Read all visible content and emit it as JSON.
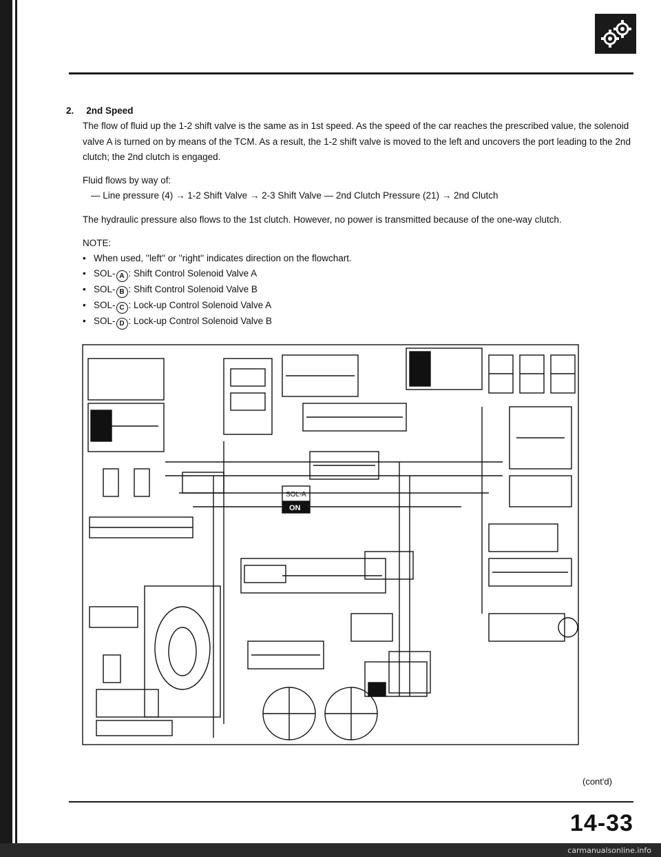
{
  "section": {
    "number": "2.",
    "title": "2nd Speed",
    "paragraph": "The flow of fluid up the 1-2 shift valve is the same as in 1st speed. As the speed of the car reaches the prescribed value, the solenoid valve A is turned on by means of the TCM. As a result, the 1-2 shift valve is moved to the left and uncovers the port leading to the 2nd clutch; the 2nd clutch is engaged.",
    "fluid_intro": "Fluid flows by way of:",
    "fluid_path": "— Line pressure (4) → 1-2 Shift Valve → 2-3 Shift Valve — 2nd Clutch Pressure (21) → 2nd Clutch",
    "hydraulic_note": "The hydraulic pressure also flows to the 1st clutch. However, no power is transmitted because of the one-way clutch."
  },
  "note": {
    "title": "NOTE:",
    "items": [
      {
        "bullet": "•",
        "prefix": "",
        "letter": "",
        "text": "When used, ''left'' or ''right'' indicates direction on the flowchart."
      },
      {
        "bullet": "•",
        "prefix": "SOL-",
        "letter": "A",
        "text": ": Shift Control Solenoid Valve A"
      },
      {
        "bullet": "•",
        "prefix": "SOL-",
        "letter": "B",
        "text": ": Shift Control Solenoid Valve B"
      },
      {
        "bullet": "•",
        "prefix": "SOL-",
        "letter": "C",
        "text": ": Lock-up Control Solenoid Valve A"
      },
      {
        "bullet": "•",
        "prefix": "SOL-",
        "letter": "D",
        "text": ": Lock-up Control Solenoid Valve B"
      }
    ]
  },
  "diagram": {
    "sol_label": "SOL-",
    "sol_letter": "A",
    "on_label": "ON"
  },
  "footer": {
    "contd": "(cont'd)",
    "page_number": "14-33",
    "watermark": "carmanualsonline.info"
  },
  "icons": [
    "gear-cog-icon"
  ]
}
